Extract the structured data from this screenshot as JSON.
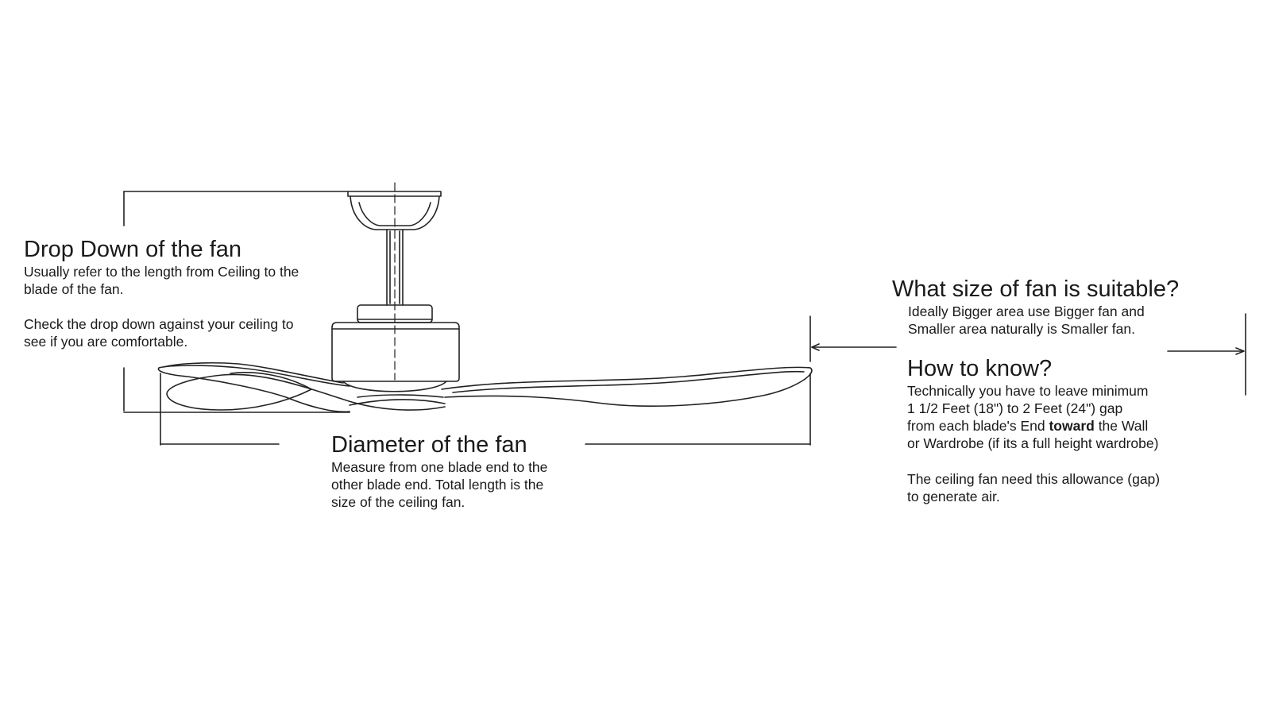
{
  "drop_down": {
    "title": "Drop Down of the fan",
    "lines": [
      "Usually refer to the length from Ceiling to the",
      "blade of the fan."
    ],
    "check_lines": [
      "Check the drop down against your ceiling to",
      "see if you are comfortable."
    ]
  },
  "diameter": {
    "title": "Diameter of the fan",
    "lines": [
      "Measure from one blade end to the",
      "other blade end. Total length is the",
      "size of the ceiling fan."
    ]
  },
  "suitable_size": {
    "title": "What size of fan is suitable?",
    "lines": [
      "Ideally Bigger area use Bigger fan and",
      "Smaller area naturally is Smaller fan."
    ]
  },
  "how_to_know": {
    "title": "How to know?",
    "line1": "Technically you have to leave minimum",
    "line2": "1 1/2 Feet (18\")  to 2 Feet (24\") gap",
    "line3_before": "from each blade's End ",
    "line3_bold": "toward",
    "line3_after": " the Wall",
    "line4": "or Wardrobe (if its a full height wardrobe)"
  },
  "allowance": {
    "lines": [
      "The ceiling fan need this allowance (gap)",
      "to generate air."
    ]
  }
}
